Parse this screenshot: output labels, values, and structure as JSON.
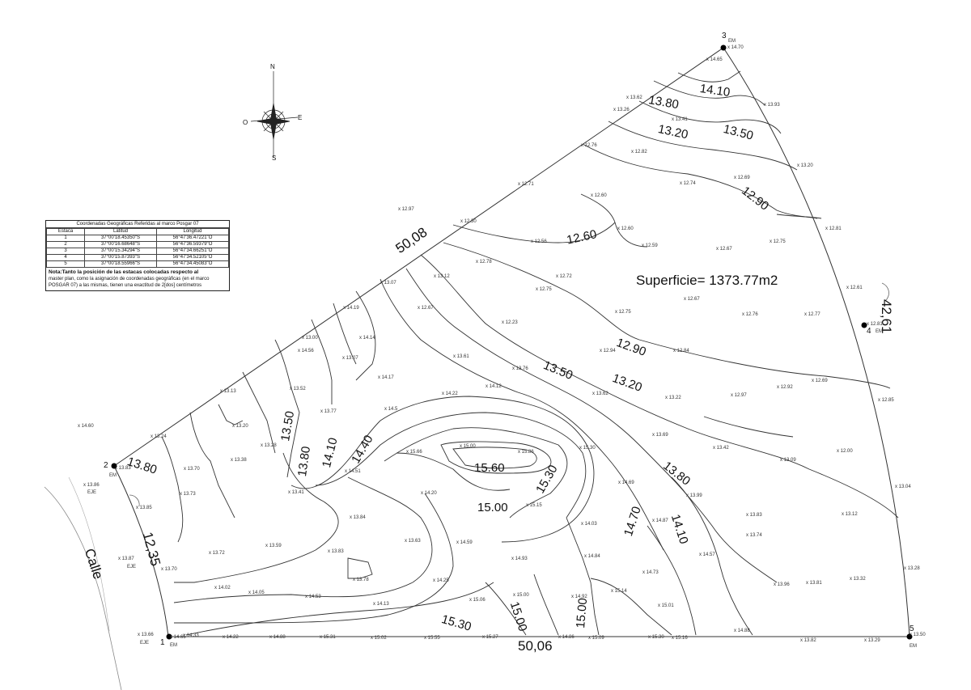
{
  "map": {
    "area_label": "Superficie= 1373.77m2",
    "street_label": "Calle",
    "lot_dimensions": [
      "50,08",
      "50,06",
      "42,61",
      "12,35"
    ],
    "compass": {
      "n": "N",
      "s": "S",
      "e": "E",
      "o": "O"
    },
    "stakes": [
      {
        "num": "1",
        "tag": "EM"
      },
      {
        "num": "2",
        "tag": "EM"
      },
      {
        "num": "3",
        "tag": "EM"
      },
      {
        "num": "4",
        "tag": "EM"
      },
      {
        "num": "5",
        "tag": "EM"
      }
    ],
    "eje_labels": [
      "EJE",
      "EJE",
      "EJE"
    ],
    "contour_labels": [
      "14.10",
      "13.80",
      "13.20",
      "13.50",
      "12.90",
      "12.60",
      "12.90",
      "13.50",
      "13.20",
      "13.80",
      "13.80",
      "13.50",
      "13.80",
      "14.10",
      "14.40",
      "15.60",
      "15.30",
      "15.00",
      "14.70",
      "14.10",
      "15.00",
      "15.00",
      "15.30"
    ],
    "spot_heights": [
      "14.70",
      "14.65",
      "13.62",
      "13.93",
      "13.26",
      "13.41",
      "12.76",
      "12.82",
      "13.20",
      "12.71",
      "12.69",
      "12.74",
      "12.97",
      "12.60",
      "12.60",
      "12.81",
      "12.30",
      "12.56",
      "12.59",
      "12.67",
      "12.75",
      "12.78",
      "12.72",
      "13.12",
      "12.75",
      "12.61",
      "13.07",
      "12.67",
      "12.67",
      "12.75",
      "12.76",
      "12.77",
      "12.81",
      "14.19",
      "12.23",
      "14.14",
      "13.00",
      "13.07",
      "12.94",
      "12.84",
      "14.56",
      "13.61",
      "13.76",
      "14.17",
      "13.52",
      "13.13",
      "14.12",
      "14.22",
      "13.62",
      "13.22",
      "12.97",
      "12.92",
      "12.69",
      "12.85",
      "14.60",
      "14.5",
      "13.77",
      "13.20",
      "13.24",
      "13.28",
      "13.69",
      "15.00",
      "15.86",
      "15.66",
      "15.30",
      "14.51",
      "13.38",
      "13.70",
      "13.83",
      "13.42",
      "13.09",
      "12.00",
      "13.86",
      "14.20",
      "13.73",
      "13.41",
      "14.69",
      "13.99",
      "13.85",
      "15.15",
      "13.04",
      "13.84",
      "14.87",
      "13.83",
      "13.12",
      "14.03",
      "13.59",
      "13.72",
      "13.63",
      "13.83",
      "14.59",
      "13.74",
      "14.93",
      "14.84",
      "14.57",
      "13.87",
      "13.70",
      "13.78",
      "14.73",
      "13.28",
      "14.02",
      "14.05",
      "14.25",
      "14.92",
      "13.96",
      "13.81",
      "13.32",
      "14.53",
      "15.00",
      "15.06",
      "15.14",
      "14.13",
      "15.01",
      "13.66",
      "14.65",
      "14.33",
      "14.22",
      "14.88",
      "14.88",
      "15.31",
      "15.02",
      "15.55",
      "15.27",
      "14.86",
      "15.09",
      "15.30",
      "15.16",
      "13.82",
      "13.29",
      "13.50"
    ]
  },
  "coords_table": {
    "title": "Coordenadas Geográficas Referidas al marco Posgar 07",
    "headers": [
      "Estaca",
      "Latitud",
      "Longitud"
    ],
    "rows": [
      [
        "1",
        "37°00'18.45350\"S",
        "56°47'36.47221\"O"
      ],
      [
        "2",
        "37°00'16.68648\"S",
        "56°47'36.59379\"O"
      ],
      [
        "3",
        "37°00'15.34294\"S",
        "56°47'34.66251\"O"
      ],
      [
        "4",
        "37°00'15.87393\"S",
        "56°47'34.52105\"O"
      ],
      [
        "5",
        "37°00'18.55966\"S",
        "56°47'34.45083\"O"
      ]
    ],
    "note_bold": "Nota:Tanto la posición de las estacas colocadas respecto al",
    "note_rest": "master plan, como la asignación de coordenadas geográficas (en el marco POSGAR 07) a las mismas, tienen una exactitud de 2[dos] centímetros"
  }
}
